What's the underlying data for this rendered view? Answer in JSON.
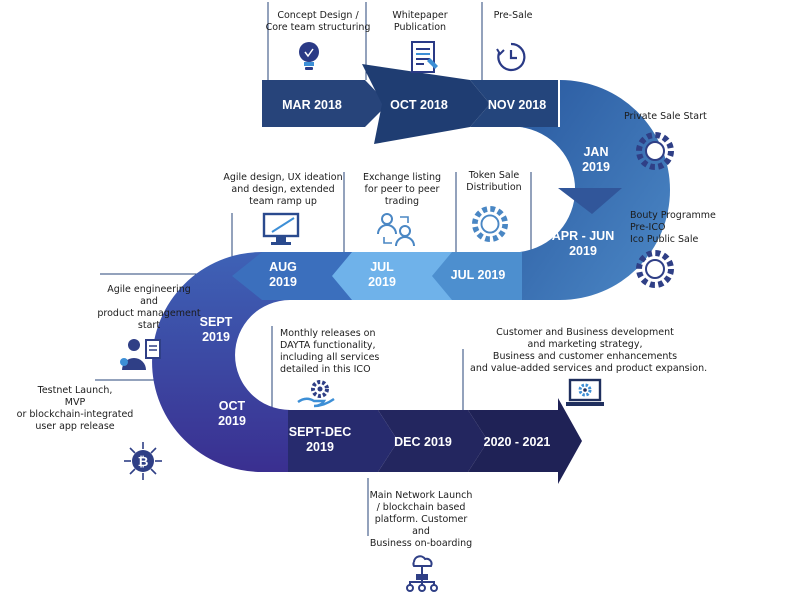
{
  "segments": [
    {
      "id": "mar2018",
      "lines": [
        "MAR 2018"
      ]
    },
    {
      "id": "oct2018",
      "lines": [
        "OCT 2018"
      ]
    },
    {
      "id": "nov2018",
      "lines": [
        "NOV 2018"
      ]
    },
    {
      "id": "jan2019",
      "lines": [
        "JAN",
        "2019"
      ]
    },
    {
      "id": "aprjun2019",
      "lines": [
        "APR - JUN",
        "2019"
      ]
    },
    {
      "id": "jul2019a",
      "lines": [
        "JUL 2019"
      ]
    },
    {
      "id": "jul2019b",
      "lines": [
        "JUL",
        "2019"
      ]
    },
    {
      "id": "aug2019",
      "lines": [
        "AUG",
        "2019"
      ]
    },
    {
      "id": "sept2019",
      "lines": [
        "SEPT",
        "2019"
      ]
    },
    {
      "id": "oct2019",
      "lines": [
        "OCT",
        "2019"
      ]
    },
    {
      "id": "septdec2019",
      "lines": [
        "SEPT-DEC",
        "2019"
      ]
    },
    {
      "id": "dec2019",
      "lines": [
        "DEC 2019"
      ]
    },
    {
      "id": "y2020",
      "lines": [
        "2020 - 2021"
      ]
    }
  ],
  "milestones": {
    "concept": "Concept Design /\nCore team structuring",
    "whitepaper": "Whitepaper\nPublication",
    "presale": "Pre-Sale",
    "private": "Private Sale Start",
    "bounty": "Bouty Programme\nPre-ICO\nIco Public Sale",
    "tokensale": "Token Sale\nDistribution",
    "exchange": "Exchange listing\nfor peer to peer\ntrading",
    "agile_design": "Agile design, UX ideation\nand design, extended\nteam ramp up",
    "agile_eng": "Agile engineering\nand\nproduct management\nstart",
    "monthly": "Monthly releases on\nDAYTA functionality,\nincluding all services\ndetailed in this ICO",
    "testnet": "Testnet Launch,\nMVP\nor blockchain-integrated\nuser app release",
    "mainnet": "Main Network Launch\n/ blockchain based\nplatform. Customer\nand\nBusiness on-boarding",
    "customer": "Customer and Business development\nand marketing strategy,\nBusiness and customer enhancements\nand value-added services and product expansion."
  },
  "icons": [
    "lightbulb-icon",
    "document-icon",
    "clock-icon",
    "chip-icon",
    "chip-icon",
    "chip-icon",
    "users-exchange-icon",
    "monitor-design-icon",
    "team-clipboard-icon",
    "gear-hand-icon",
    "bitcoin-circuit-icon",
    "network-tree-icon",
    "laptop-gear-icon"
  ],
  "colors": {
    "row1": "#27447a",
    "row2": "#4a87c4",
    "row3": "#25255e",
    "accent": "#2f3f86",
    "light": "#6fb2ea"
  }
}
